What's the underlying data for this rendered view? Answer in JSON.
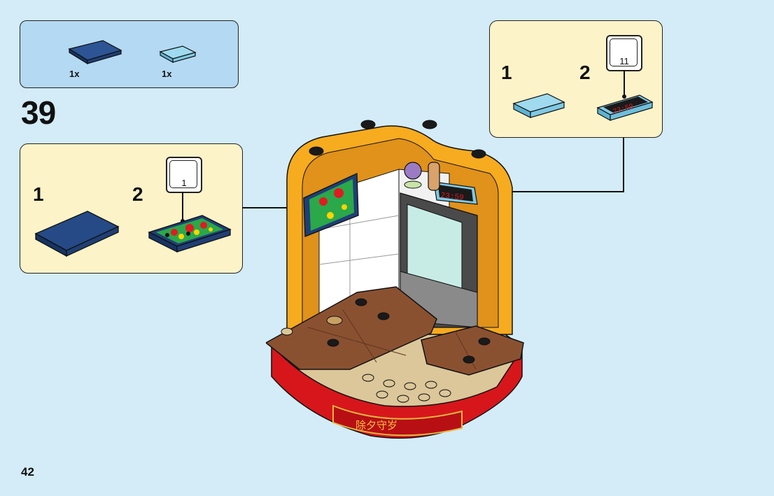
{
  "parts": {
    "items": [
      {
        "qty": "1x",
        "color": "#1f3f75",
        "name": "dark-blue-tile"
      },
      {
        "qty": "1x",
        "color": "#7fc9e3",
        "name": "light-blue-tile"
      }
    ]
  },
  "step": {
    "number": "39"
  },
  "left_subassembly": {
    "steps": [
      {
        "number": "1"
      },
      {
        "number": "2",
        "callout": "1"
      }
    ]
  },
  "right_subassembly": {
    "steps": [
      {
        "number": "1"
      },
      {
        "number": "2",
        "callout": "11"
      }
    ],
    "clock_text": "23:59"
  },
  "banner": {
    "text": "除夕守岁"
  },
  "page": {
    "number": "42"
  },
  "colors": {
    "background": "#d3ecf8",
    "parts_box": "#b4d9f2",
    "sub_box": "#fdf3c8",
    "frame_orange": "#f7ab1f",
    "floor_brown": "#8a5131",
    "base_red": "#d7161b",
    "tan": "#dcc79a"
  }
}
